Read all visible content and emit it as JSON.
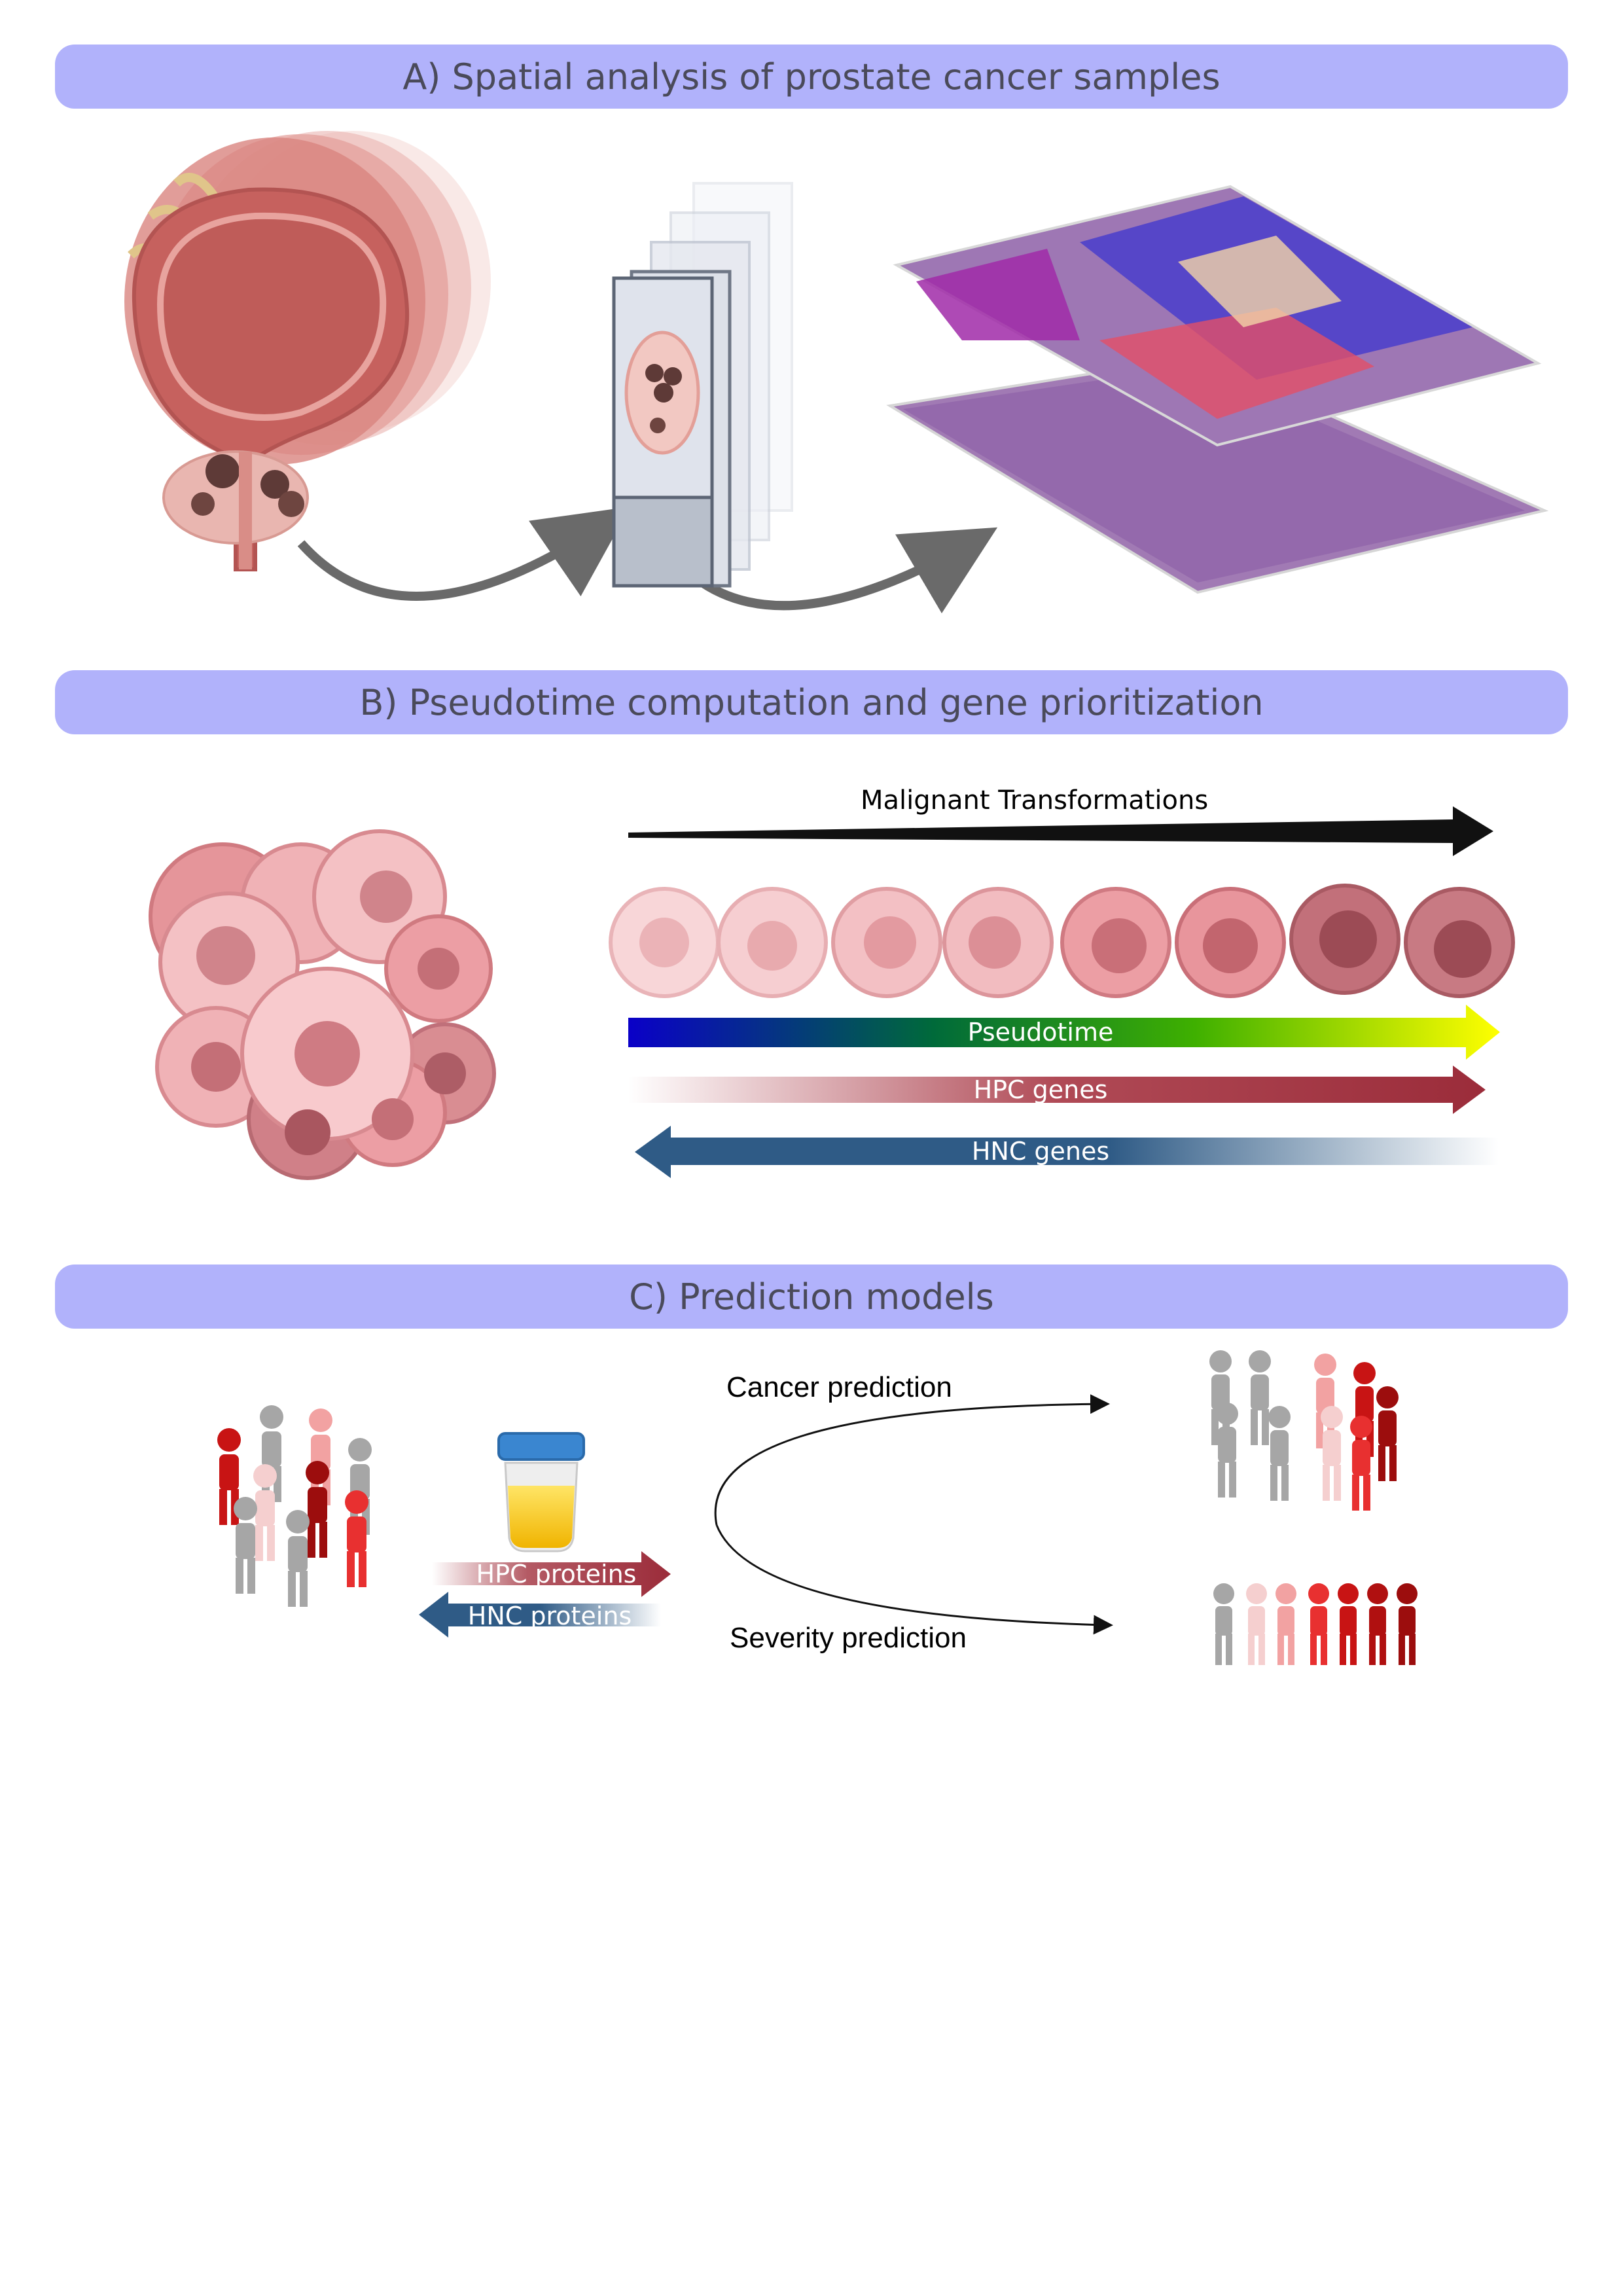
{
  "sections": {
    "a": {
      "title": "A) Spatial analysis of prostate cancer samples"
    },
    "b": {
      "title": "B) Pseudotime computation and gene prioritization"
    },
    "c": {
      "title": "C) Prediction models"
    }
  },
  "section_b": {
    "malignant_label": "Malignant Transformations",
    "pseudotime_label": "Pseudotime",
    "hpc_genes_label": "HPC genes",
    "hnc_genes_label": "HNC genes",
    "colors": {
      "pseudotime_gradient": [
        "#0a00c8",
        "#006a3a",
        "#3fb000",
        "#ffff00"
      ],
      "hpc": "#9b2c3a",
      "hnc": "#2f5b86"
    }
  },
  "section_c": {
    "hpc_proteins_label": "HPC proteins",
    "hnc_proteins_label": "HNC proteins",
    "cancer_prediction_label": "Cancer prediction",
    "severity_prediction_label": "Severity prediction"
  },
  "icons": [
    "prostate-cross-section-icon",
    "tissue-slide-stack-icon",
    "histology-layer-icon",
    "cell-cluster-icon",
    "cell-icon",
    "person-icon",
    "urine-sample-cup-icon"
  ]
}
